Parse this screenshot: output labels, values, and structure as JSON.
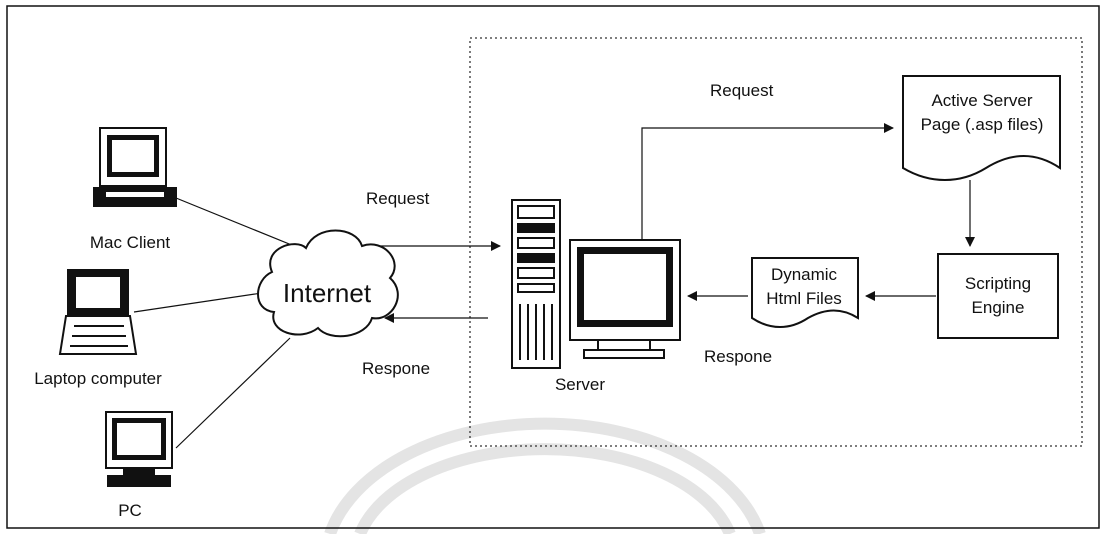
{
  "nodes": {
    "mac_client": "Mac Client",
    "laptop": "Laptop computer",
    "pc": "PC",
    "internet": "Internet",
    "server": "Server",
    "asp_line1": "Active Server",
    "asp_line2": "Page (.asp files)",
    "scripting_line1": "Scripting",
    "scripting_line2": "Engine",
    "dynamic_line1": "Dynamic",
    "dynamic_line2": "Html Files"
  },
  "edges": {
    "request_client": "Request",
    "response_client": "Respone",
    "request_server": "Request",
    "response_server": "Respone"
  },
  "colors": {
    "stroke": "#111111",
    "watermark": "#e4e4e4"
  }
}
